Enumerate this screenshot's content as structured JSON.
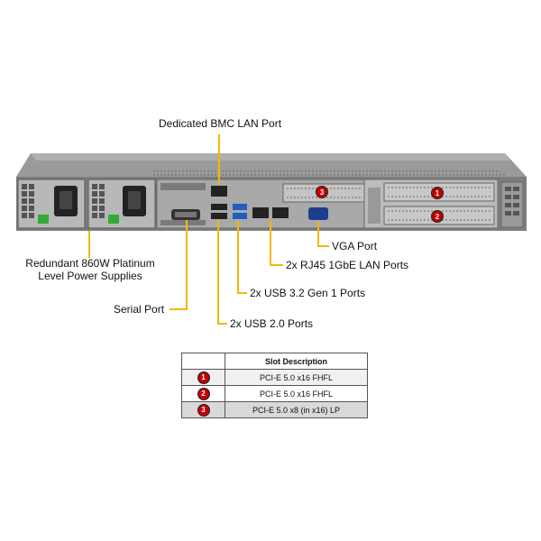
{
  "labels": {
    "bmc": "Dedicated BMC LAN Port",
    "psu": "Redundant  860W Platinum Level Power Supplies",
    "serial": "Serial Port",
    "vga": "VGA Port",
    "rj45": "2x RJ45 1GbE LAN Ports",
    "usb3": "2x USB 3.2 Gen 1 Ports",
    "usb2": "2x USB 2.0 Ports"
  },
  "slot_table": {
    "header": "Slot Description",
    "rows": [
      {
        "num": "1",
        "desc": "PCI-E 5.0 x16 FHFL"
      },
      {
        "num": "2",
        "desc": "PCI-E 5.0 x16 FHFL"
      },
      {
        "num": "3",
        "desc": "PCI-E 5.0 x8 (in x16) LP"
      }
    ]
  },
  "slot_badges": [
    "1",
    "2",
    "3"
  ],
  "colors": {
    "leader": "#f2b705",
    "badge": "#c00000",
    "chassis": "#8a8a8a"
  }
}
